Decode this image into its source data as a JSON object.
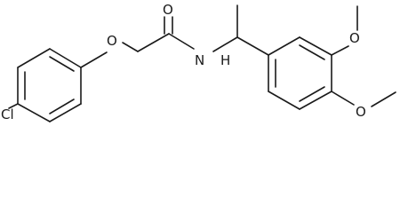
{
  "atom_labels": {
    "chlorine": "Cl",
    "ether_oxygen": "O",
    "carbonyl_oxygen": "O",
    "amide_nitrogen": "N",
    "amide_hydrogen": "H",
    "methoxy_oxygen_upper": "O",
    "methoxy_oxygen_lower": "O"
  }
}
